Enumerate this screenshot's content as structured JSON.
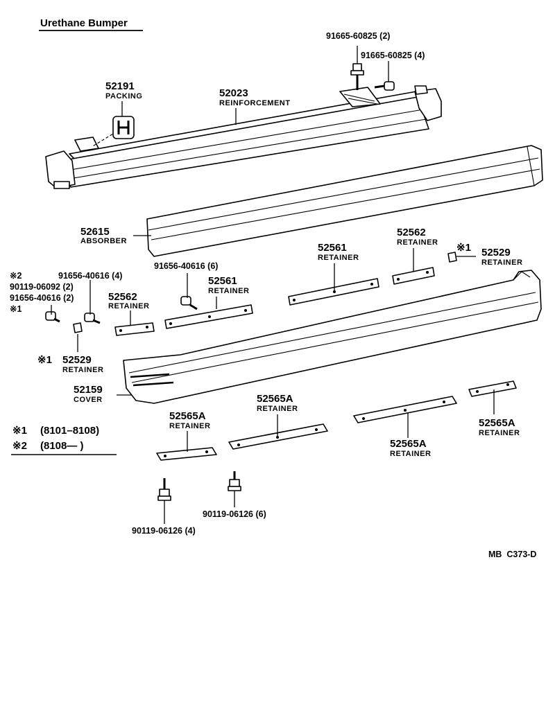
{
  "title": "Urethane Bumper",
  "footer_code": "MB  C373-D",
  "legend": [
    {
      "mark": "※1",
      "range": "(8101–8108)"
    },
    {
      "mark": "※2",
      "range": "(8108—        )"
    }
  ],
  "parts": {
    "p52191": {
      "num": "52191",
      "name": "PACKING"
    },
    "p52023": {
      "num": "52023",
      "name": "REINFORCEMENT"
    },
    "p52615": {
      "num": "52615",
      "name": "ABSORBER"
    },
    "p52159": {
      "num": "52159",
      "name": "COVER"
    },
    "p52561a": {
      "num": "52561",
      "name": "RETAINER"
    },
    "p52561b": {
      "num": "52561",
      "name": "RETAINER"
    },
    "p52562a": {
      "num": "52562",
      "name": "RETAINER"
    },
    "p52562b": {
      "num": "52562",
      "name": "RETAINER"
    },
    "p52529a": {
      "mark": "※1",
      "num": "52529",
      "name": "RETAINER"
    },
    "p52529b": {
      "mark": "※1",
      "num": "52529",
      "name": "RETAINER"
    },
    "p52565a1": {
      "num": "52565A",
      "name": "RETAINER"
    },
    "p52565a2": {
      "num": "52565A",
      "name": "RETAINER"
    },
    "p52565a3": {
      "num": "52565A",
      "name": "RETAINER"
    },
    "p52565a4": {
      "num": "52565A",
      "name": "RETAINER"
    }
  },
  "fasteners": {
    "f1": "91665-60825 (2)",
    "f2": "91665-60825 (4)",
    "f3": "91656-40616 (4)",
    "f4": "91656-40616 (6)",
    "f5": "90119-06126 (6)",
    "f6": "90119-06126 (4)",
    "left_group": {
      "mark_top": "※2",
      "line1": "90119-06092 (2)",
      "line2": "91656-40616 (2)",
      "mark_bottom": "※1"
    }
  }
}
